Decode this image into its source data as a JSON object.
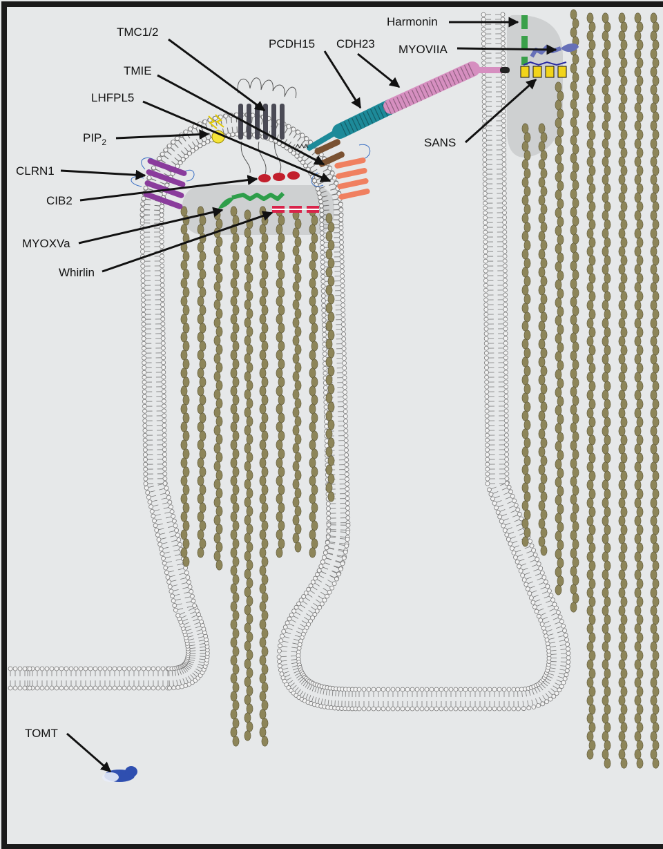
{
  "colors": {
    "background": "#e6e8e9",
    "frame": "#1a1a1a",
    "lipid_head": "#f2f2f2",
    "lipid_stroke": "#777777",
    "actin": "#8d8559",
    "actin_stroke": "#5c5637",
    "tip_complex_shadow": "#c9cbcc",
    "arrow": "#111111",
    "tmc": "#4a4a55",
    "pcdh15": "#1d8a99",
    "cdh23": "#d68fc0",
    "lhfpl5": "#f08060",
    "tmie": "#7a5232",
    "clrn1": "#8a3c9c",
    "cib2": "#c21f2c",
    "myoxva": "#2e9e4a",
    "whirlin": "#d9234a",
    "pip2": "#f5e43a",
    "harmonin": "#3aa04a",
    "myoviia": "#6670b8",
    "sans": "#f2d41a",
    "tomt": "#2f4fb0"
  },
  "labels": {
    "tmc": "TMC1/2",
    "tmie": "TMIE",
    "lhfpl5": "LHFPL5",
    "pip2_main": "PIP",
    "pip2_sub": "2",
    "clrn1": "CLRN1",
    "cib2": "CIB2",
    "myoxva": "MYOXVa",
    "whirlin": "Whirlin",
    "pcdh15": "PCDH15",
    "cdh23": "CDH23",
    "harmonin": "Harmonin",
    "myoviia": "MYOVIIA",
    "sans": "SANS",
    "tomt": "TOMT"
  }
}
